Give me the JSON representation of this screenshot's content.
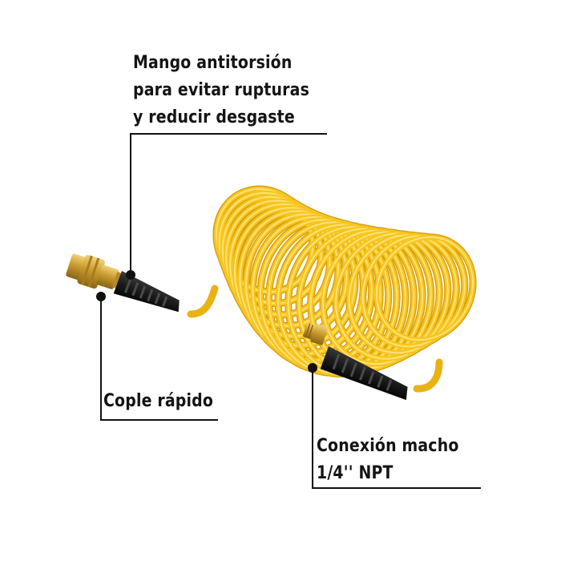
{
  "callouts": {
    "antitwist_handle": {
      "lines": [
        "Mango antitorsión",
        "para evitar rupturas",
        "y reducir desgaste"
      ]
    },
    "quick_coupler": {
      "lines": [
        "Cople rápido"
      ]
    },
    "male_connection": {
      "lines": [
        "Conexión macho",
        "1/4'' NPT"
      ]
    }
  },
  "colors": {
    "background": "#ffffff",
    "hose_yellow": "#f7c51e",
    "hose_highlight": "#fde27a",
    "hose_shadow": "#d49b0c",
    "rubber_handle": "#1c1c1c",
    "brass": "#c99a2e",
    "leader_line": "#111111"
  }
}
